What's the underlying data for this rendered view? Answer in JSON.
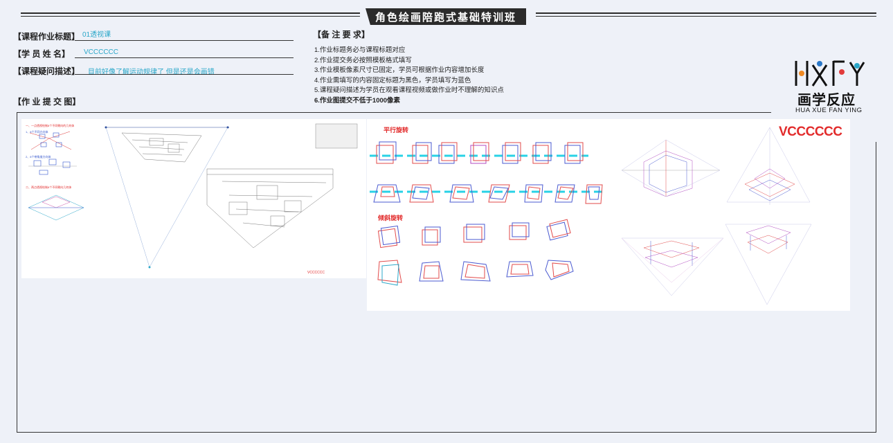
{
  "header": {
    "title": "角色绘画陪跑式基础特训班"
  },
  "form": {
    "course_title_label": "【课程作业标题】",
    "course_title_value": "01透视课",
    "student_name_label": "【学 员 姓 名】",
    "student_name_value": "VCCCCCC",
    "question_label": "【课程疑问描述】",
    "question_value": "目前好像了解运动规律了  但是还是会画错",
    "submit_label": "【作 业 提 交 图】"
  },
  "notes": {
    "heading": "【备 注 要 求】",
    "items": [
      "1.作业标题务必与课程标题对应",
      "2.作业提交务必按照模板格式填写",
      "3.作业模板像素尺寸已固定，学员可根据作业内容增加长度",
      "4.作业需填写的内容固定标题为黑色，学员填写为蓝色",
      "5.课程疑问描述为学员在观看课程视频或做作业时不理解的知识点",
      "6.作业图提交不低于1000像素"
    ]
  },
  "logo": {
    "letters": "HXFY",
    "cn": "画学反应",
    "en": "HUA XUE FAN YING",
    "colors": [
      "#f08a24",
      "#2a78c8",
      "#e23b3b",
      "#f0b400"
    ]
  },
  "artwork": {
    "panel1_title1": "一、一点透视绘制8个不同朝向的几何体",
    "panel1_sub1": "1、8个不同方向体",
    "panel1_sub2": "2、8个带角度方向体",
    "panel1_title2": "二、两点透视绘制8个不同朝向几何体",
    "panel1_signature": "VCCCCCC",
    "panel2_parallel": "平行旋转",
    "panel2_tilt": "倾斜旋转",
    "panel2_signature": "VCCCCCC"
  },
  "colors": {
    "accent_blue": "#2aa7c9",
    "dark": "#2b2b2b",
    "red_text": "#e22b2b"
  }
}
